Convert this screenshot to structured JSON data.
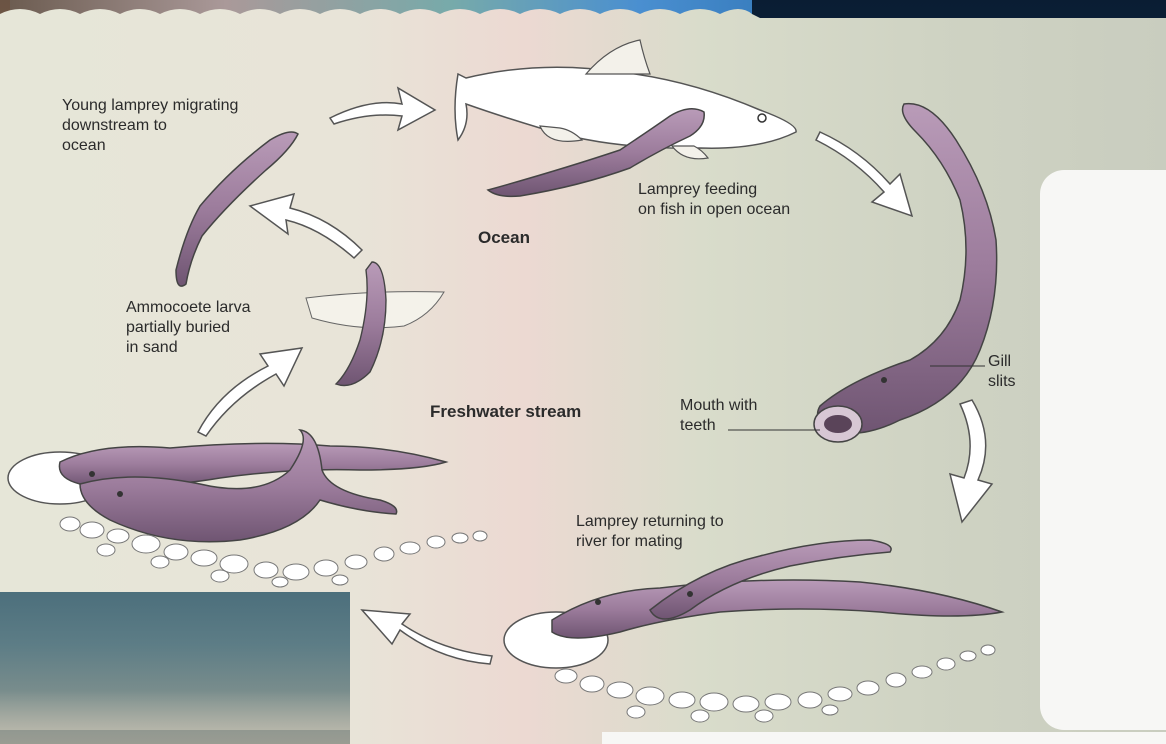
{
  "labels": {
    "young_lamprey": "Young lamprey migrating\ndownstream to\nocean",
    "feeding": "Lamprey feeding\non fish in open ocean",
    "ocean": "Ocean",
    "ammocoete": "Ammocoete larva\npartially buried\nin sand",
    "freshwater": "Freshwater stream",
    "mouth": "Mouth with\nteeth",
    "gill": "Gill\nslits",
    "returning": "Lamprey returning to\nriver for mating"
  }
}
